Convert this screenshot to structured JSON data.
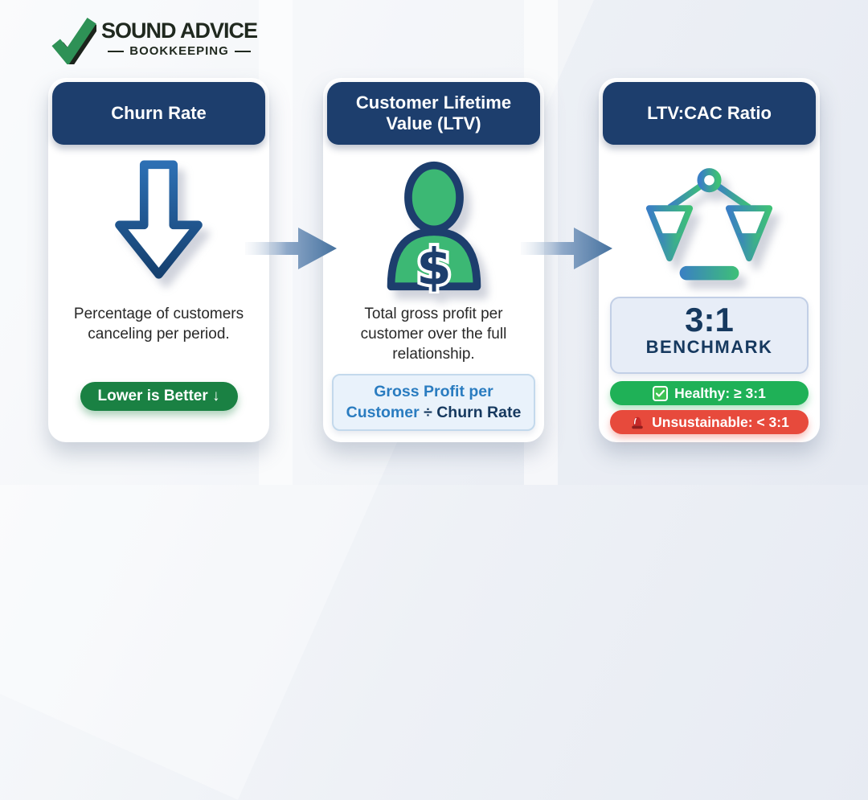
{
  "logo": {
    "brand_line1": "SOUND ADVICE",
    "brand_line2": "BOOKKEEPING",
    "checkmark_icon": "green-check-icon"
  },
  "colors": {
    "header_navy": "#1d3e6d",
    "card_bg": "#ffffff",
    "page_bg": "#edf1f6",
    "icon_green": "#3cb874",
    "badge_dark_green": "#1a8143",
    "badge_green": "#1fb157",
    "badge_red": "#e74a3c",
    "formula_blue": "#2a7cc0",
    "deep_navy": "#16395f",
    "flow_arrow_blue": "#4a77ab"
  },
  "cards": [
    {
      "title": "Churn Rate",
      "icon": "down-arrow-icon",
      "description": "Percentage of customers canceling per period.",
      "badge_label": "Lower is Better ↓"
    },
    {
      "title": "Customer Lifetime Value (LTV)",
      "icon": "customer-dollar-icon",
      "description": "Total gross profit per customer over the full relationship.",
      "formula_blue": "Gross Profit per Customer",
      "formula_dark": "÷ Churn Rate"
    },
    {
      "title": "LTV:CAC Ratio",
      "icon": "balance-scale-icon",
      "benchmark_ratio": "3:1",
      "benchmark_label": "BENCHMARK",
      "healthy_icon": "check-emoji-icon",
      "healthy_label": "Healthy: ≥ 3:1",
      "unsustainable_icon": "siren-emoji-icon",
      "unsustainable_label": "Unsustainable: < 3:1"
    }
  ]
}
